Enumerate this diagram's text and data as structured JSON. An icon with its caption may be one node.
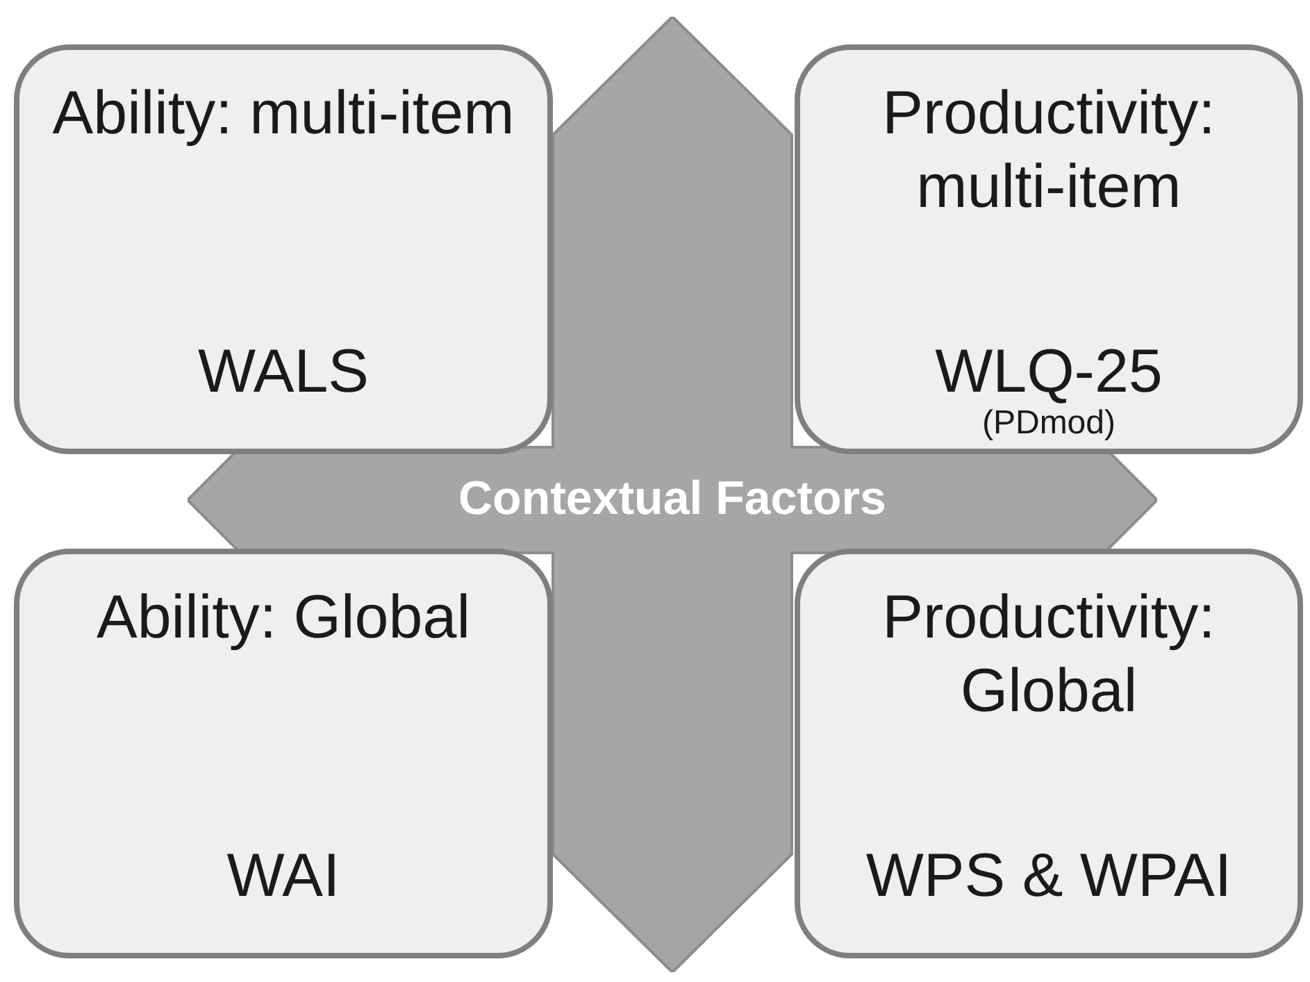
{
  "diagram": {
    "nodes": [
      {
        "text": [
          "Ability: multi-item",
          "WALS"
        ]
      },
      {
        "text": [
          "Productivity: multi-item",
          "WLQ-25",
          "(PDmod)"
        ]
      },
      {
        "text": [
          "Contextual Factors"
        ]
      },
      {
        "text": [
          "Ability: Global",
          "WAI"
        ]
      },
      {
        "text": [
          "Productivity: Global",
          "WPS & WPAI"
        ]
      }
    ],
    "edges": []
  }
}
